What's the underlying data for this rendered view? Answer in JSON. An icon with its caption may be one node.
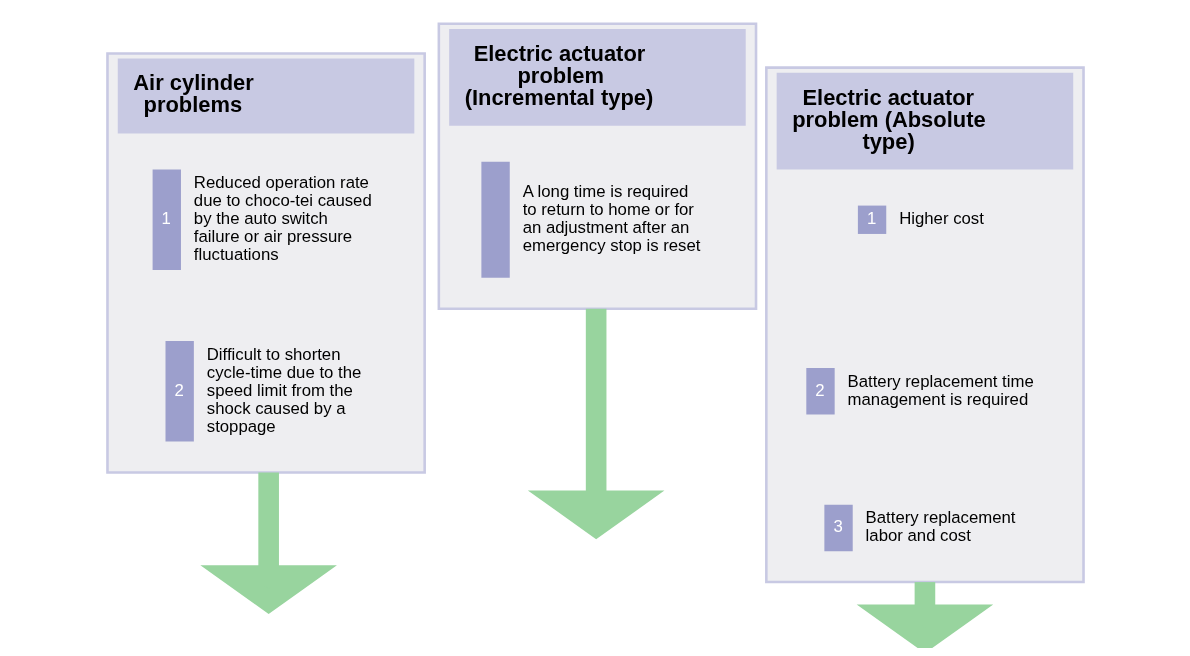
{
  "diagram": {
    "nodes": [
      {
        "text": [
          "Air cylinder problems"
        ]
      },
      {
        "text": [
          "1"
        ],
        "in": 0,
        "beside": [
          "Reduced operation rate due to choco-tei caused by the auto switch failure or air pressure fluctuations"
        ]
      },
      {
        "text": [
          "2"
        ],
        "in": 0,
        "beside": [
          "Difficult to shorten cycle-time due to the speed limit from the shock caused by a stoppage"
        ]
      },
      {
        "text": [
          "Electric actuator problem (Incremental type)"
        ]
      },
      {
        "text": [],
        "shape": "bar",
        "in": 3,
        "beside": [
          "A long time is required to return to home or for an adjustment after an emergency stop is reset"
        ]
      },
      {
        "text": [
          "Electric actuator problem (Absolute type)"
        ]
      },
      {
        "text": [
          "1"
        ],
        "in": 5,
        "beside": [
          "Higher cost"
        ]
      },
      {
        "text": [
          "2"
        ],
        "in": 5,
        "beside": [
          "Battery replacement time management is required"
        ]
      },
      {
        "text": [
          "3"
        ],
        "in": 5,
        "beside": [
          "Battery replacement labor and cost"
        ]
      }
    ],
    "edges": [
      {
        "from": 0,
        "to": null,
        "arrow": "to"
      },
      {
        "from": 3,
        "to": null,
        "arrow": "to"
      },
      {
        "from": 5,
        "to": null,
        "arrow": "to"
      }
    ]
  }
}
